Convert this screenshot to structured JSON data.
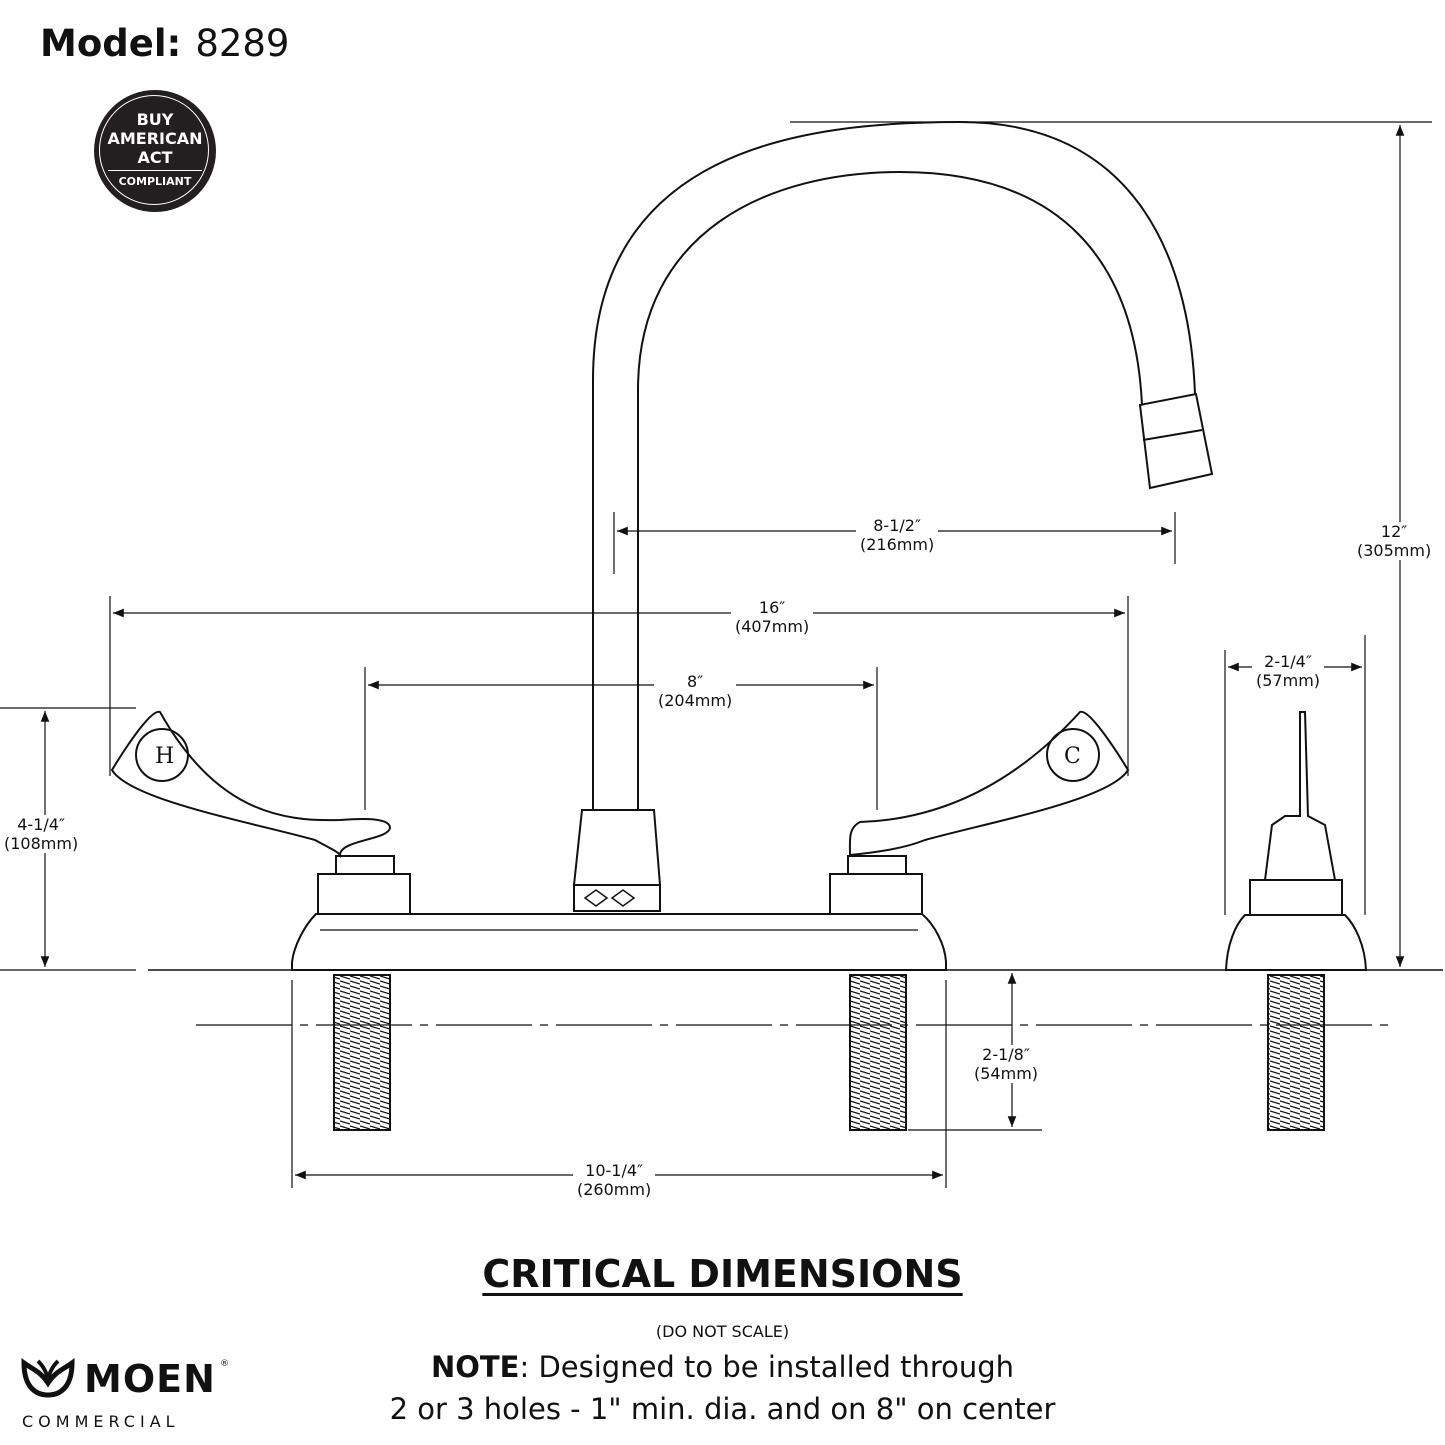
{
  "header": {
    "model_label": "Model:",
    "model_number": "8289"
  },
  "badge": {
    "line1": "BUY",
    "line2": "AMERICAN",
    "line3": "ACT",
    "line4": "COMPLIANT"
  },
  "dimensions": {
    "overall_height": {
      "in": "12″",
      "mm": "(305mm)"
    },
    "spout_reach": {
      "in": "8-1/2″",
      "mm": "(216mm)"
    },
    "handle_span": {
      "in": "16″",
      "mm": "(407mm)"
    },
    "center_spacing": {
      "in": "8″",
      "mm": "(204mm)"
    },
    "side_depth": {
      "in": "2-1/4″",
      "mm": "(57mm)"
    },
    "handle_height": {
      "in": "4-1/4″",
      "mm": "(108mm)"
    },
    "shank_length": {
      "in": "2-1/8″",
      "mm": "(54mm)"
    },
    "base_width": {
      "in": "10-1/4″",
      "mm": "(260mm)"
    }
  },
  "footer": {
    "title": "CRITICAL DIMENSIONS",
    "do_not_scale": "(DO NOT SCALE)",
    "note_label": "NOTE",
    "note_line1": ": Designed to be installed through",
    "note_line2": "2 or 3 holes - 1\" min. dia. and on 8\" on center"
  },
  "logo": {
    "brand": "MOEN",
    "division": "COMMERCIAL",
    "reg": "®"
  }
}
